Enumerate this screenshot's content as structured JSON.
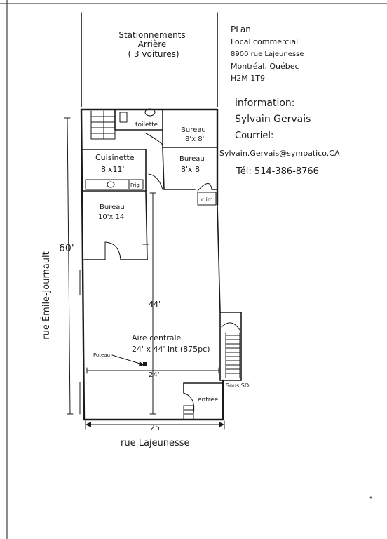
{
  "parking": {
    "line1": "Stationnements",
    "line2": "Arrière",
    "line3": "( 3 voitures)"
  },
  "plan": {
    "title": "PLan",
    "line1": "Local commercial",
    "line2": "8900 rue Lajeunesse",
    "line3": "Montréal, Québec",
    "line4": "H2M 1T9"
  },
  "contact": {
    "heading": "information:",
    "name": "Sylvain Gervais",
    "email_label": "Courriel:",
    "email": "Sylvain.Gervais@sympatico.CA",
    "phone": "Tél: 514-386-8766"
  },
  "rooms": {
    "toilet": "toilette",
    "bureau1_name": "Bureau",
    "bureau1_size": "8'x 8'",
    "bureau2_name": "Bureau",
    "bureau2_size": "8'x 8'",
    "kitchen_name": "Cuisinette",
    "kitchen_size": "8'x11'",
    "frig": "Frig",
    "clim": "clim",
    "bureau3_name": "Bureau",
    "bureau3_size": "10'x 14'",
    "central_name": "Aire centrale",
    "central_size": "24' x 44' int (875pc)",
    "sous_sol": "Sous SOL",
    "entree": "entrée",
    "poteau": "Poteau"
  },
  "dimensions": {
    "depth": "60'",
    "inner_depth": "44'",
    "inner_width": "24'",
    "width": "25'"
  },
  "streets": {
    "side": "rue Émile-Journault",
    "front": "rue Lajeunesse"
  }
}
